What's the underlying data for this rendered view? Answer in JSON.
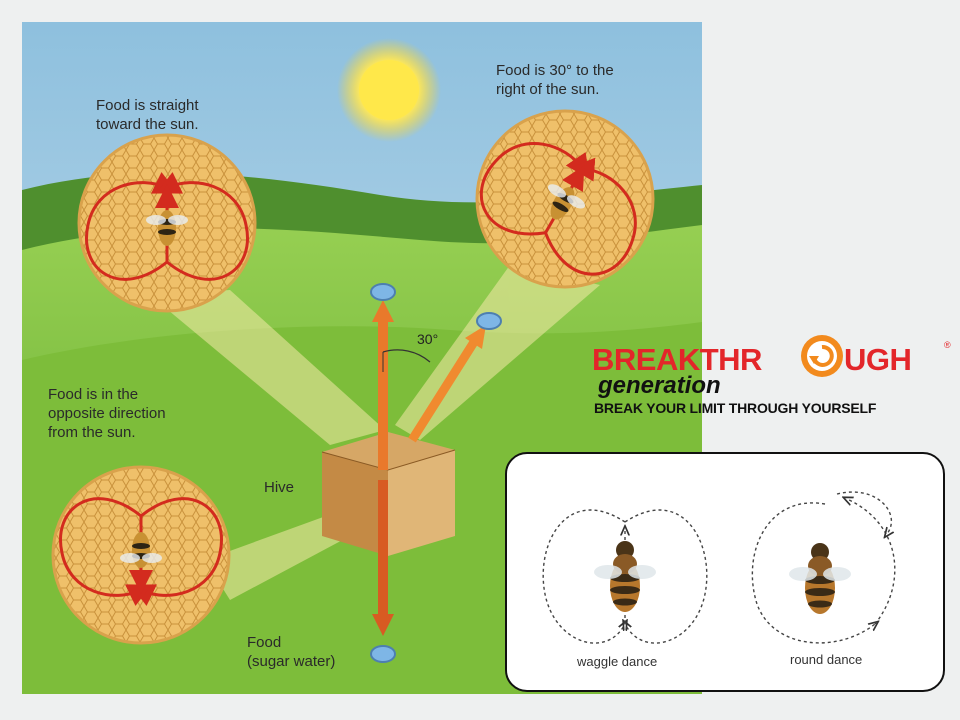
{
  "labels": {
    "straight": [
      "Food is straight",
      "toward the sun."
    ],
    "right30": [
      "Food is 30° to the",
      "right of the sun."
    ],
    "opposite": [
      "Food is in the",
      "opposite direction",
      "from the sun."
    ],
    "hive": "Hive",
    "food": [
      "Food",
      "(sugar water)"
    ],
    "angle": "30°"
  },
  "logo": {
    "word_left": "BREAKTHR",
    "word_right": "UGH",
    "registered": "®",
    "generation": "generation",
    "tagline": "BREAK YOUR LIMIT THROUGH YOURSELF"
  },
  "inset": {
    "waggle_caption": "waggle dance",
    "round_caption": "round dance"
  },
  "colors": {
    "sky": "#9dc6dc",
    "grass": "#7fbf3c",
    "dance_path": "#d32b1e",
    "honeycomb": "#e8b560",
    "arrow": "#e9792b",
    "brand_red": "#e3262a",
    "brand_orange": "#f28a1d"
  }
}
